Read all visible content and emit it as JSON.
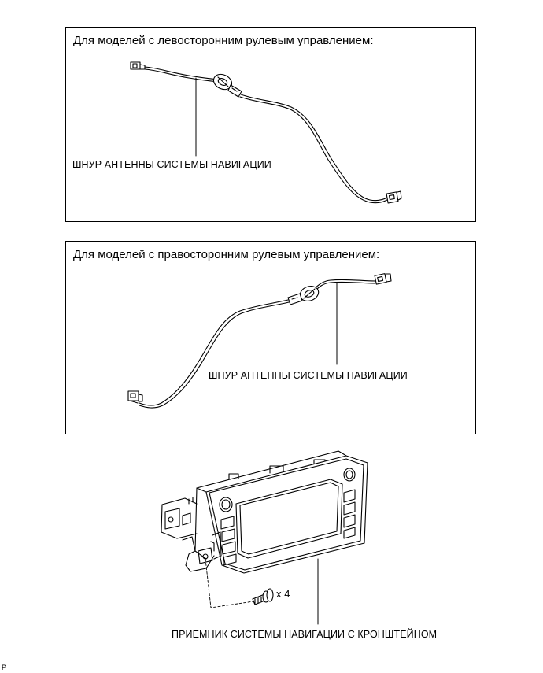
{
  "panel_lhd": {
    "heading": "Для моделей с левосторонним рулевым управлением:",
    "callout": "ШНУР АНТЕННЫ СИСТЕМЫ НАВИГАЦИИ"
  },
  "panel_rhd": {
    "heading": "Для моделей с правосторонним рулевым управлением:",
    "callout": "ШНУР АНТЕННЫ СИСТЕМЫ НАВИГАЦИИ"
  },
  "receiver": {
    "quantity": "x 4",
    "callout": "ПРИЕМНИК СИСТЕМЫ НАВИГАЦИИ С КРОНШТЕЙНОМ"
  },
  "corner_mark": "P"
}
